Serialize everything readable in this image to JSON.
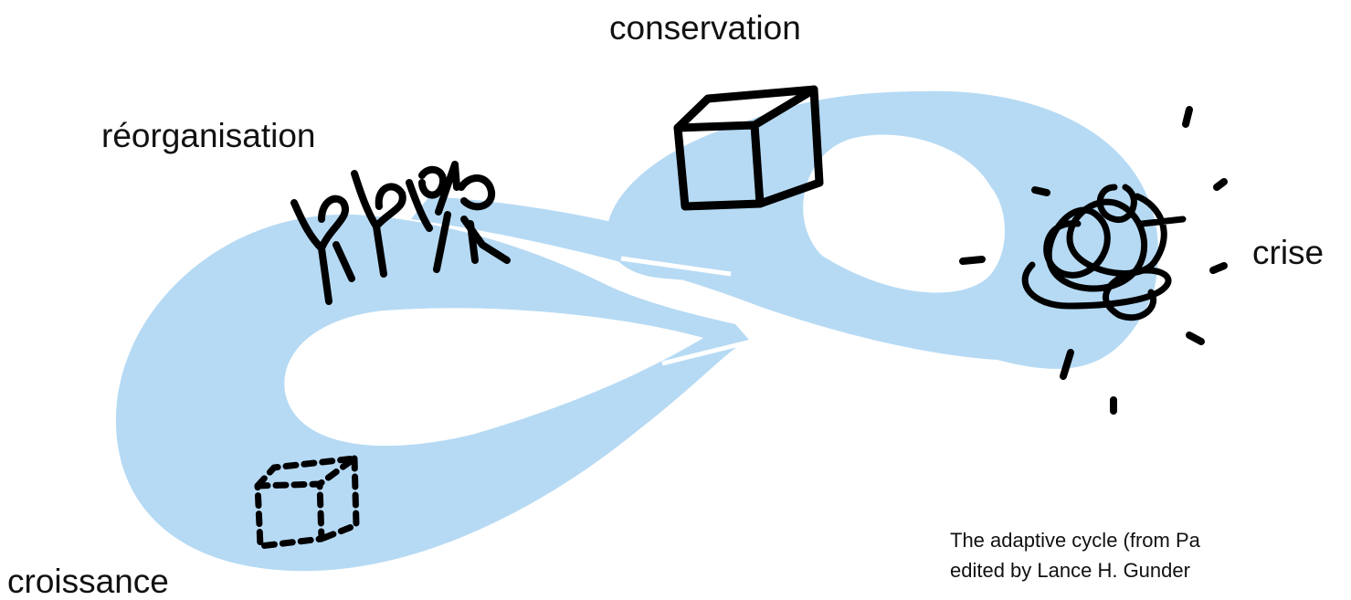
{
  "diagram": {
    "labels": {
      "conservation": "conservation",
      "reorganisation": "réorganisation",
      "crisis": "crise",
      "growth": "croissance"
    },
    "caption": {
      "line1": "The adaptive cycle (from Pa",
      "line2": "edited by Lance H. Gunder"
    },
    "colors": {
      "band": "#b6daf4",
      "ink": "#000000",
      "text": "#111111"
    },
    "icons": {
      "conservation": "solid-cube-icon",
      "reorganisation": "people-cheering-icon",
      "crisis": "tangled-scribble-icon",
      "growth": "dashed-cube-icon"
    }
  }
}
